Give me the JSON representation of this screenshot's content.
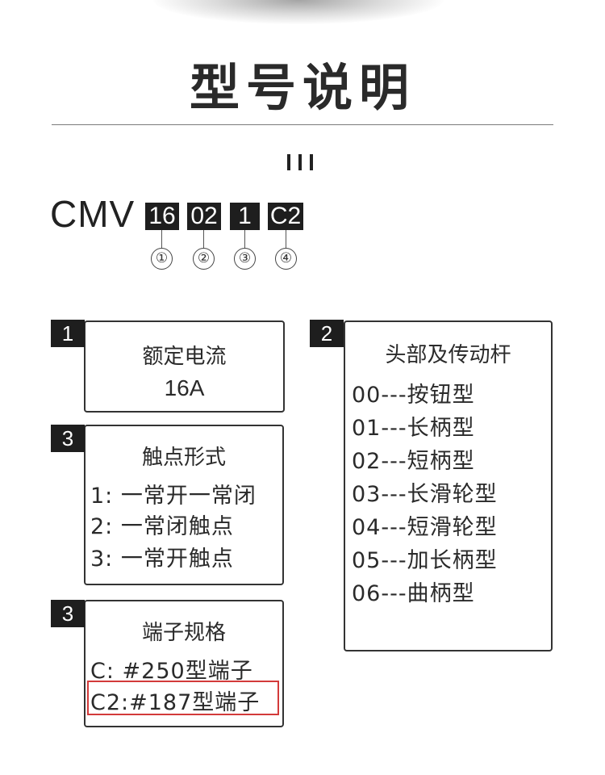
{
  "title": "型号说明",
  "model_code": {
    "prefix": "CMV",
    "segments": [
      "16",
      "02",
      "1",
      "C2"
    ],
    "markers": [
      "①",
      "②",
      "③",
      "④"
    ]
  },
  "boxes": {
    "rated_current": {
      "badge": "1",
      "title": "额定电流",
      "value": "16A"
    },
    "contact_form": {
      "badge": "3",
      "title": "触点形式",
      "items": [
        "1:  一常开一常闭",
        "2:  一常闭触点",
        "3:  一常开触点"
      ]
    },
    "terminal_spec": {
      "badge": "3",
      "title": "端子规格",
      "items": [
        "C:  #250型端子",
        "C2:#187型端子"
      ]
    },
    "head_lever": {
      "badge": "2",
      "title": "头部及传动杆",
      "items": [
        "00---按钮型",
        "01---长柄型",
        "02---短柄型",
        "03---长滑轮型",
        "04---短滑轮型",
        "05---加长柄型",
        "06---曲柄型"
      ]
    }
  },
  "colors": {
    "highlight": "#d33a3a",
    "label_background": "#1e1e1e"
  }
}
